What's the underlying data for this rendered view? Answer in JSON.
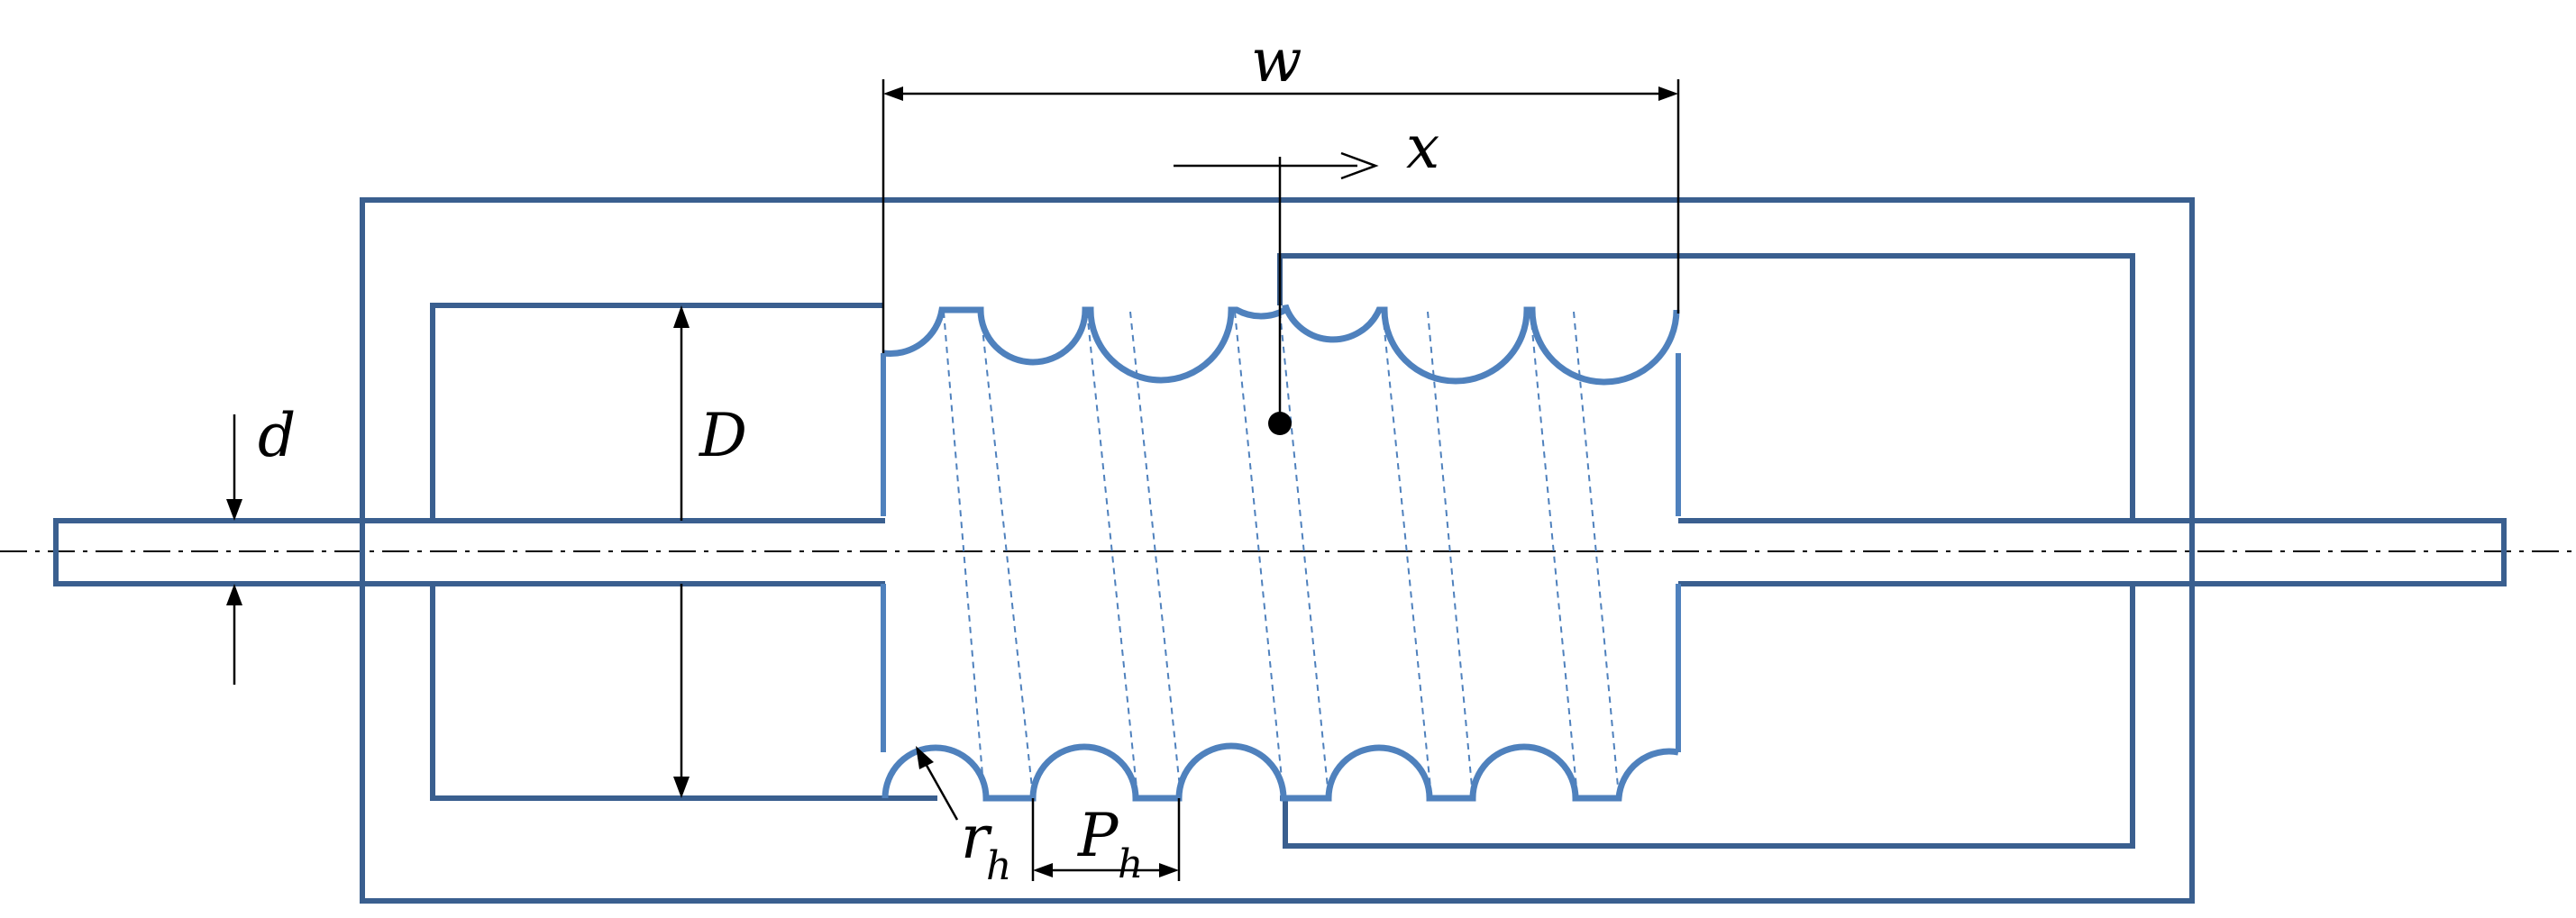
{
  "diagram": {
    "labels": {
      "width": "w",
      "displacement": "x",
      "shaft_diameter": "d",
      "nut_diameter": "D",
      "groove_radius_main": "r",
      "groove_radius_sub": "h",
      "pitch_main": "P",
      "pitch_sub": "h"
    },
    "colors": {
      "housing": "#3a5f8f",
      "screw": "#4f81bd",
      "dimension": "#000000"
    }
  }
}
